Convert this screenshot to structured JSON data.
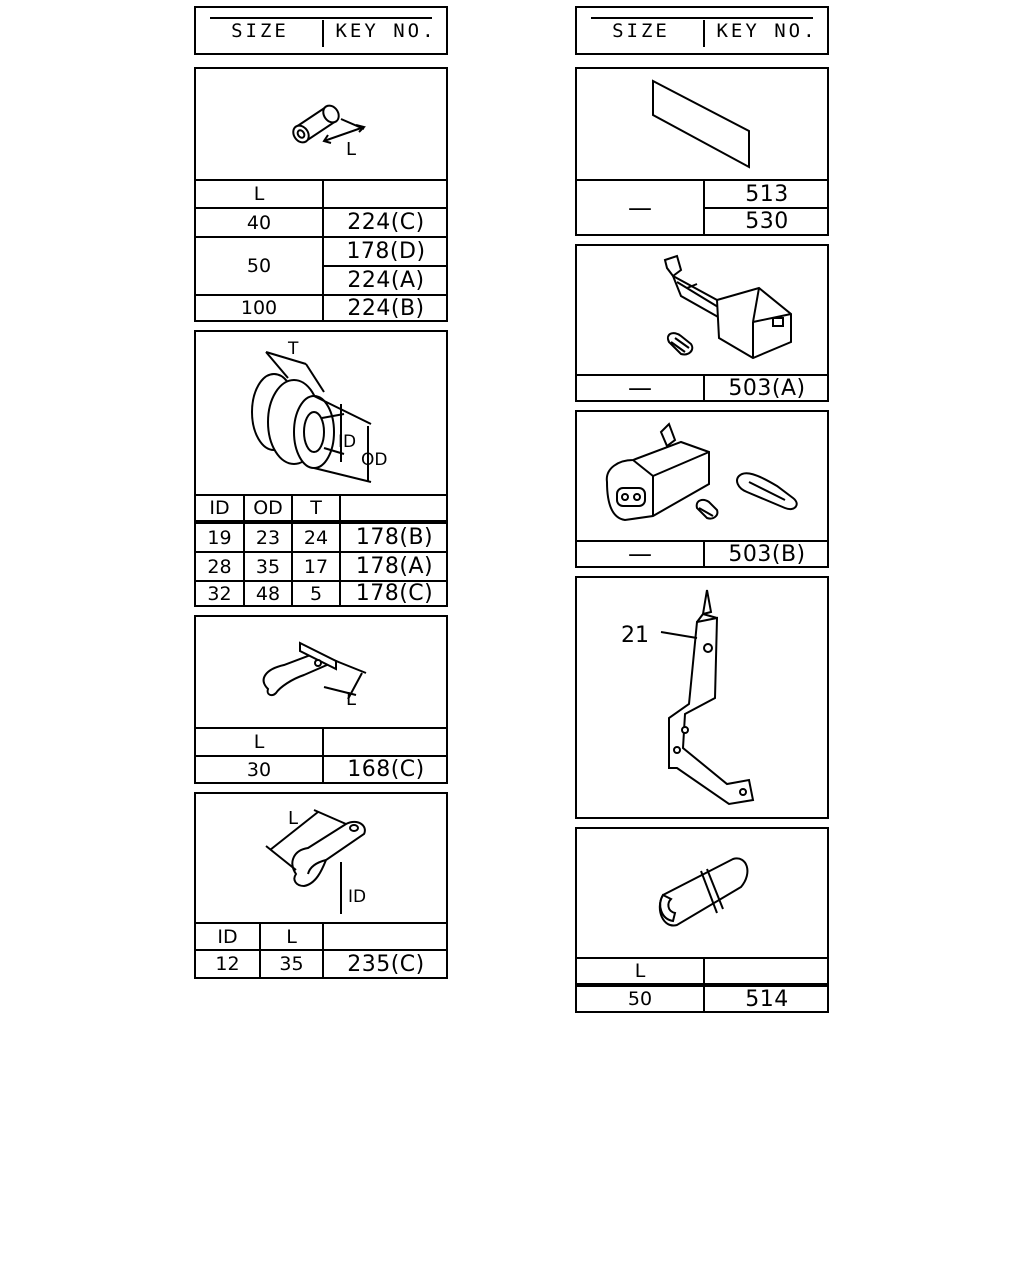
{
  "header": {
    "size_label": "SIZE",
    "key_label": "KEY NO."
  },
  "panel_spacer": {
    "dim_label": "L",
    "col_L": "L",
    "rows": [
      {
        "L": "40",
        "keys": [
          "224(C)"
        ]
      },
      {
        "L": "50",
        "keys": [
          "178(D)",
          "224(A)"
        ]
      },
      {
        "L": "100",
        "keys": [
          "224(B)"
        ]
      }
    ]
  },
  "panel_grommet": {
    "dim_T": "T",
    "dim_ID": "ID",
    "dim_OD": "OD",
    "columns": [
      "ID",
      "OD",
      "T"
    ],
    "rows": [
      {
        "ID": "19",
        "OD": "23",
        "T": "24",
        "key": "178(B)"
      },
      {
        "ID": "28",
        "OD": "35",
        "T": "17",
        "key": "178(A)"
      },
      {
        "ID": "32",
        "OD": "48",
        "T": "5",
        "key": "178(C)"
      }
    ]
  },
  "panel_clip": {
    "dim_label": "L",
    "col_L": "L",
    "rows": [
      {
        "L": "30",
        "key": "168(C)"
      }
    ]
  },
  "panel_clamp": {
    "dim_L": "L",
    "dim_ID": "ID",
    "columns": [
      "ID",
      "L"
    ],
    "rows": [
      {
        "ID": "12",
        "L": "35",
        "key": "235(C)"
      }
    ]
  },
  "panel_tape": {
    "size": "—",
    "keys": [
      "513",
      "530"
    ]
  },
  "panel_connector_a": {
    "size": "—",
    "key": "503(A)"
  },
  "panel_connector_b": {
    "size": "—",
    "key": "503(B)"
  },
  "panel_bracket": {
    "callout": "21"
  },
  "panel_protector": {
    "col_L": "L",
    "rows": [
      {
        "L": "50",
        "key": "514"
      }
    ]
  }
}
